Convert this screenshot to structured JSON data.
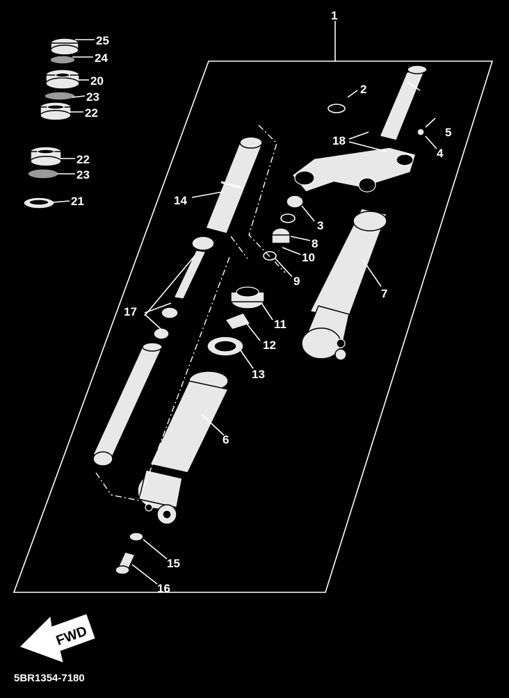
{
  "diagram": {
    "callouts": {
      "c1": "1",
      "c2": "2",
      "c3": "3",
      "c4": "4",
      "c5": "5",
      "c6": "6",
      "c7": "7",
      "c8": "8",
      "c9": "9",
      "c10": "10",
      "c11": "11",
      "c12": "12",
      "c13": "13",
      "c14": "14",
      "c15": "15",
      "c16": "16",
      "c17": "17",
      "c18": "18",
      "c20": "20",
      "c21": "21",
      "c22a": "22",
      "c22b": "22",
      "c23a": "23",
      "c23b": "23",
      "c24": "24",
      "c25": "25"
    },
    "fwd_label": "FWD",
    "drawing_code": "5BR1354-7180"
  }
}
